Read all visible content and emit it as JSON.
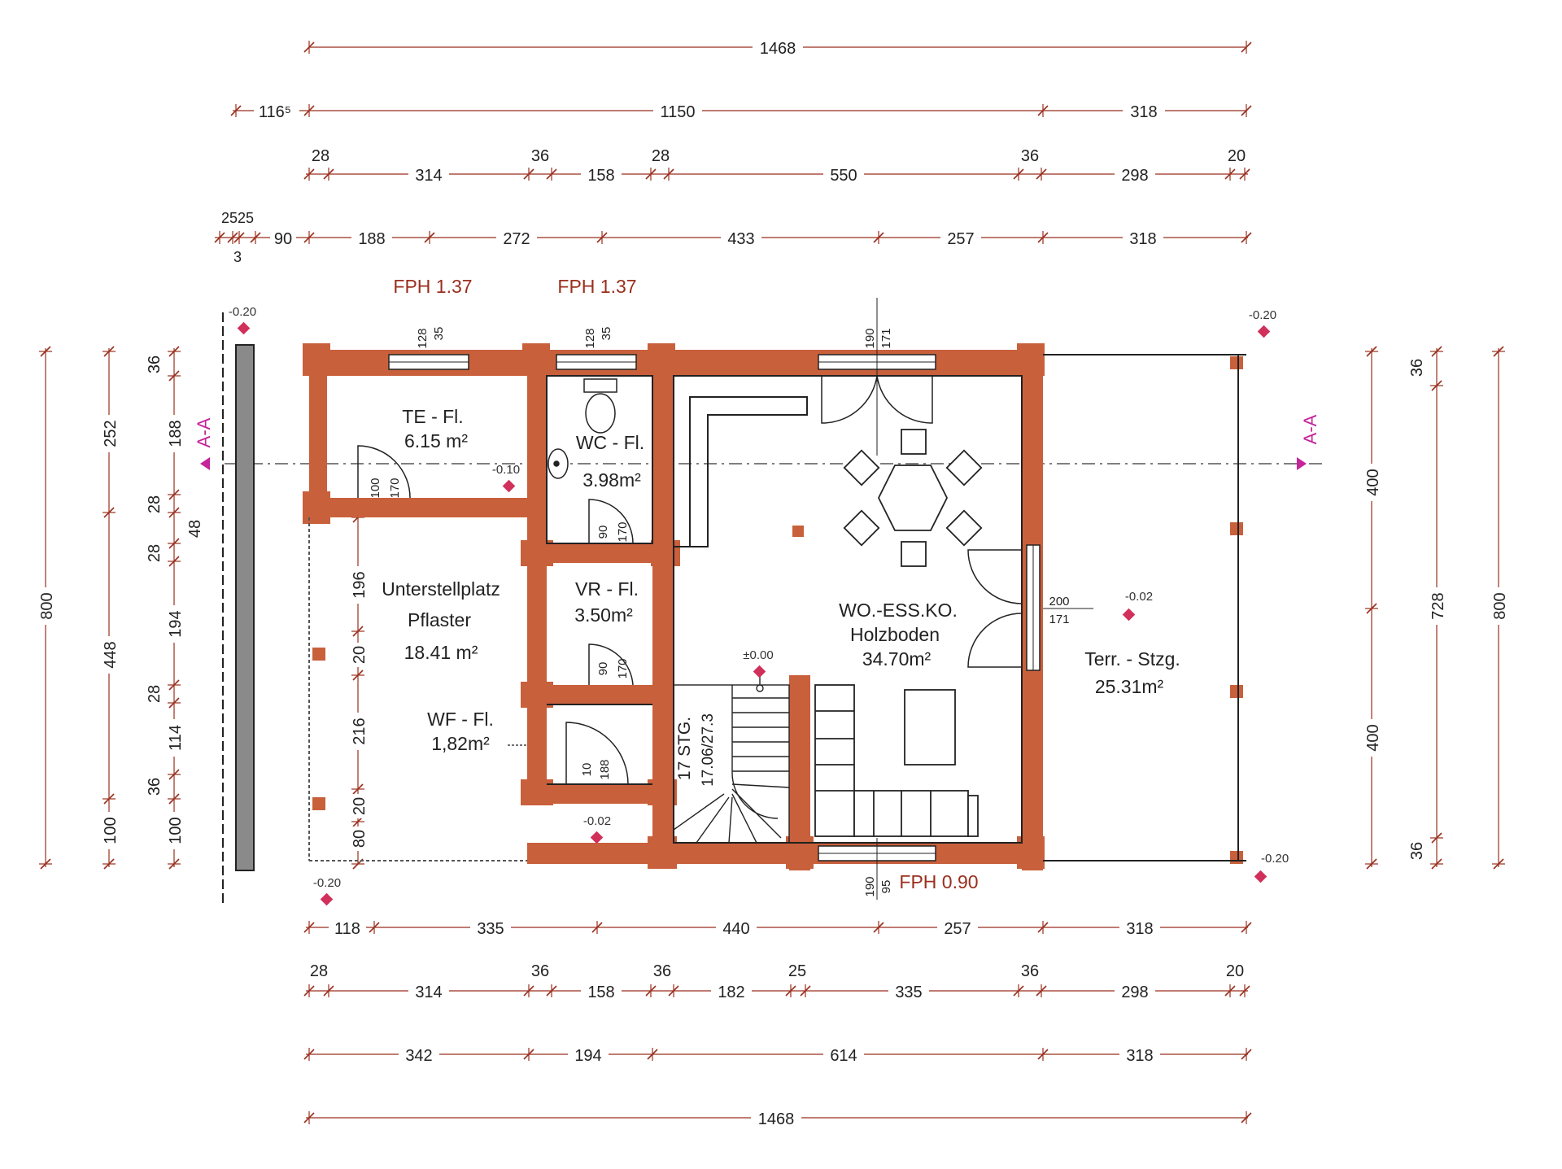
{
  "colors": {
    "wall": "#c9603c",
    "dim_line": "#9a2f1e",
    "level_mark": "#d0305a",
    "section": "#c5249a",
    "ink": "#222222"
  },
  "dims_top": {
    "overall": "1468",
    "row2": [
      "116⁵",
      "1150",
      "318"
    ],
    "row3_small": [
      "28",
      "36",
      "28",
      "36",
      "20"
    ],
    "row3": [
      "314",
      "158",
      "550",
      "298"
    ],
    "row4_small": [
      "2525",
      "3"
    ],
    "row4": [
      "90",
      "188",
      "272",
      "433",
      "257",
      "318"
    ]
  },
  "dims_bottom": {
    "row1": [
      "118",
      "335",
      "440",
      "257",
      "318"
    ],
    "row2_small": [
      "28",
      "36",
      "36",
      "25",
      "36",
      "20"
    ],
    "row2": [
      "314",
      "158",
      "182",
      "335",
      "298"
    ],
    "row3": [
      "342",
      "194",
      "614",
      "318"
    ],
    "overall": "1468"
  },
  "dims_left": {
    "outer": "800",
    "col2": [
      "252",
      "448",
      "100"
    ],
    "col3": [
      "36",
      "188",
      "28",
      "48",
      "28",
      "196",
      "194",
      "20",
      "28",
      "114",
      "216",
      "36",
      "20",
      "100",
      "80"
    ]
  },
  "dims_right": {
    "col1": [
      "400",
      "400"
    ],
    "col2": [
      "36",
      "728",
      "36"
    ],
    "outer": "800"
  },
  "windows": {
    "fph_te": "FPH 1.37",
    "fph_wc": "FPH 1.37",
    "fph_bottom": "FPH 0.90",
    "w_te": [
      "128",
      "35"
    ],
    "w_wc": [
      "128",
      "35"
    ],
    "w_top": [
      "190",
      "171"
    ],
    "w_right": [
      "200",
      "171"
    ],
    "w_bottom": [
      "190",
      "95"
    ]
  },
  "doors": {
    "te": [
      "100",
      "170"
    ],
    "wc": [
      "90",
      "170"
    ],
    "vr": [
      "90",
      "170"
    ],
    "wf": [
      "10",
      "188"
    ]
  },
  "rooms": {
    "te": {
      "name": "TE - Fl.",
      "area": "6.15 m²"
    },
    "wc": {
      "name": "WC - Fl.",
      "area": "3.98m²"
    },
    "vr": {
      "name": "VR - Fl.",
      "area": "3.50m²"
    },
    "wf": {
      "name": "WF - Fl.",
      "area": "1,82m²"
    },
    "unter": {
      "name": "Unterstellplatz",
      "material": "Pflaster",
      "area": "18.41 m²"
    },
    "wo": {
      "name": "WO.-ESS.KO.",
      "material": "Holzboden",
      "area": "34.70m²"
    },
    "terr": {
      "name": "Terr. - Stzg.",
      "area": "25.31m²"
    }
  },
  "stairs": {
    "count": "17 STG.",
    "ratio": "17.06/27.3"
  },
  "levels": {
    "tl": "-0.20",
    "tr": "-0.20",
    "bl": "-0.20",
    "br": "-0.20",
    "te_floor": "-0.10",
    "terr": "-0.02",
    "wf_floor": "-0.02",
    "zero": "±0.00"
  },
  "section": {
    "left": "A-A",
    "right": "A-A"
  }
}
